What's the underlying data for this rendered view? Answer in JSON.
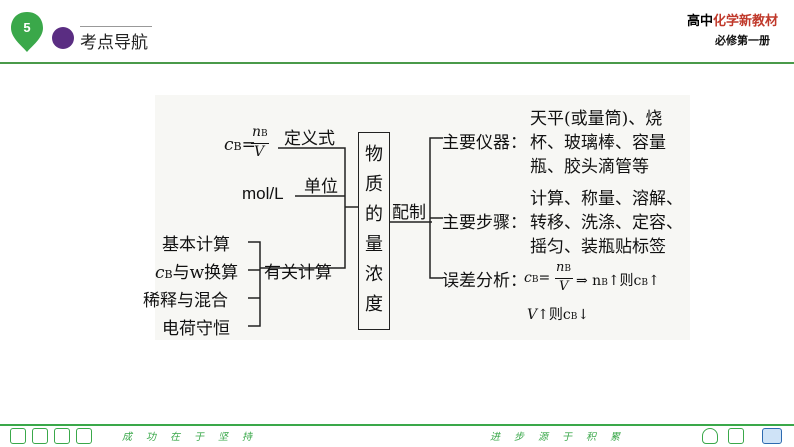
{
  "header": {
    "slide_number": "5",
    "nav_title": "考点导航",
    "brand_prefix": "高中",
    "brand_highlight": "化学新教材",
    "brand_sub": "必修第一册"
  },
  "diagram": {
    "core_label": "物质的量浓度",
    "left": {
      "formula_c": "c",
      "formula_sub_B": "B",
      "formula_eq": "=",
      "formula_num": "n",
      "formula_num_sub": "B",
      "formula_den": "V",
      "definition": "定义式",
      "unit_value": "mol/L",
      "unit_label": "单位",
      "calc_group": "有关计算",
      "calc_items": [
        "基本计算",
        "c",
        "稀释与混合",
        "电荷守恒"
      ],
      "calc_item2_sub": "B",
      "calc_item2_rest": "与w换算"
    },
    "right": {
      "prep_label": "配制",
      "instruments_label": "主要仪器：",
      "instruments_lines": [
        "天平(或量筒)、烧",
        "杯、玻璃棒、容量",
        "瓶、胶头滴管等"
      ],
      "steps_label": "主要步骤：",
      "steps_lines": [
        "计算、称量、溶解、",
        "转移、洗涤、定容、",
        "摇匀、装瓶贴标签"
      ],
      "error_label": "误差分析：",
      "error_line1": "c",
      "error_line1_sub": "B",
      "error_line1_eq": "=",
      "error_num": "n",
      "error_num_sub": "B",
      "error_den": "V",
      "error_arrow": "⇒ n",
      "error_arrow_sub": "B",
      "error_up_then": "↑则c",
      "error_up_sub": "B",
      "error_up_end": "↑",
      "error_line2_v": "V",
      "error_line2_rest": "↑则c",
      "error_line2_sub": "B",
      "error_line2_end": "↓"
    }
  },
  "footer": {
    "left_motto": "成功在于坚持",
    "right_motto": "进步源于积累"
  }
}
